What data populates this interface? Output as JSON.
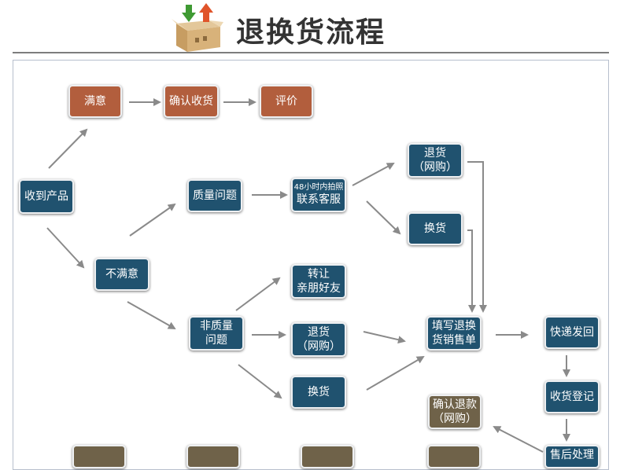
{
  "header": {
    "title": "退换货流程",
    "icon": "package-return-icon"
  },
  "nodes": {
    "receive": "收到产品",
    "satisfied": "满意",
    "confirm_receipt": "确认收货",
    "review": "评价",
    "unsatisfied": "不满意",
    "quality": "质量问题",
    "service_top": "48小时内拍照",
    "service_bottom": "联系客服",
    "return_a_top": "退货",
    "return_a_bottom": "（网购）",
    "exchange_a": "换货",
    "nonquality_top": "非质量",
    "nonquality_bottom": "问题",
    "transfer_top": "转让",
    "transfer_bottom": "亲朋好友",
    "return_b_top": "退货",
    "return_b_bottom": "（网购）",
    "exchange_b": "换货",
    "fill_top": "填写退换",
    "fill_bottom": "货销售单",
    "express": "快递发回",
    "register": "收货登记",
    "refund_top": "确认退款",
    "refund_bottom": "（网购）",
    "after_sales": "售后处理"
  },
  "colors": {
    "blue": "#20526f",
    "orange": "#b25e3d",
    "olive": "#6f6249",
    "arrow": "#8a8a8a"
  }
}
